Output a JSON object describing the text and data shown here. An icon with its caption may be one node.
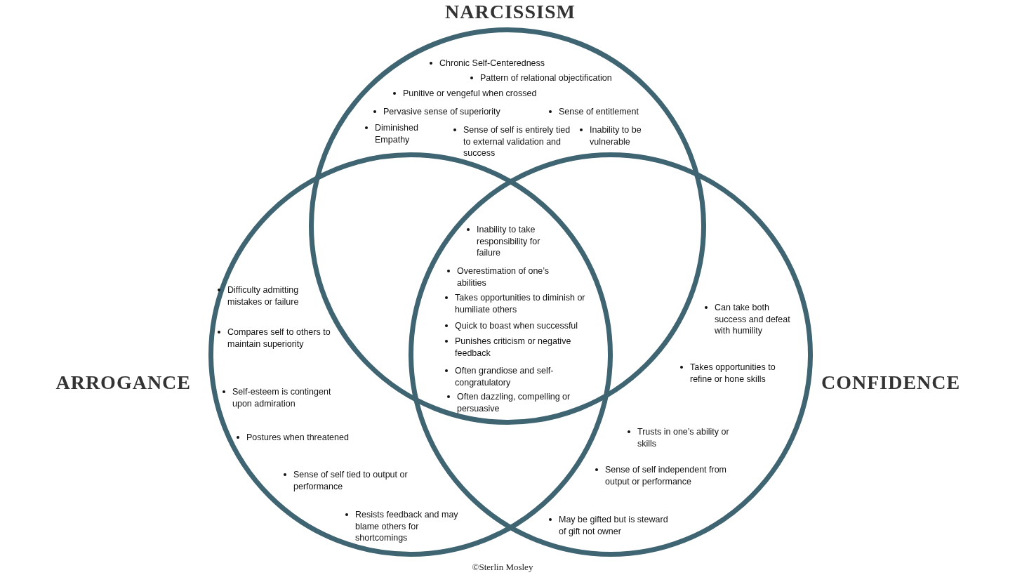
{
  "diagram": {
    "nodes": [
      {
        "text": [
          "NARCISSISM",
          "Chronic Self-Centeredness",
          "Pattern of relational objectification",
          "Punitive or vengeful when crossed",
          "Pervasive sense of superiority",
          "Sense of entitlement",
          "Diminished Empathy",
          "Sense of self is entirely tied to external validation and success",
          "Inability to be vulnerable"
        ]
      },
      {
        "text": [
          "ARROGANCE",
          "Difficulty admitting mistakes or failure",
          "Compares self to others to maintain superiority",
          "Self-esteem is contingent upon admiration",
          "Postures when threatened",
          "Sense of self tied to output or performance",
          "Resists feedback and may blame others for shortcomings"
        ]
      },
      {
        "text": [
          "CONFIDENCE",
          "Can take both success and defeat with humility",
          "Takes opportunities to refine or hone skills",
          "Trusts in one’s ability or skills",
          "Sense of self independent from output or performance",
          "May be gifted but is steward of gift not owner"
        ]
      }
    ],
    "labels": [
      "Inability to take responsibility for failure",
      "Overestimation of one’s abilities",
      "Takes opportunities to diminish or humiliate others",
      "Quick to boast when successful",
      "Punishes criticism or negative feedback",
      "Often grandiose and self-congratulatory",
      "Often dazzling, compelling or persuasive",
      "©Sterlin Mosley"
    ]
  }
}
